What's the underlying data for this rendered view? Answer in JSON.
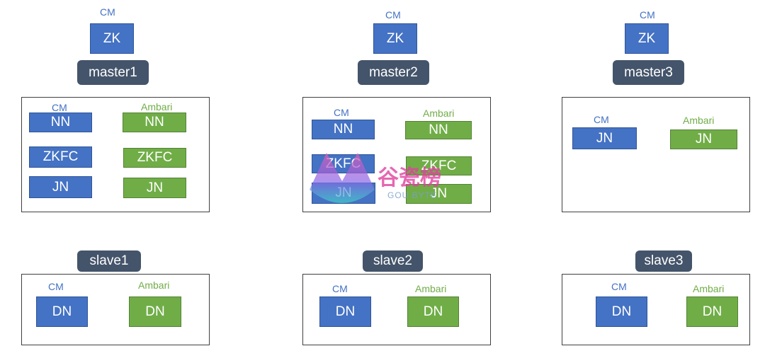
{
  "masters": [
    {
      "name": "master1",
      "top": {
        "manager": "CM",
        "service": "ZK"
      },
      "cm_label": "CM",
      "ambari_label": "Ambari",
      "cm_services": [
        "NN",
        "ZKFC",
        "JN"
      ],
      "ambari_services": [
        "NN",
        "ZKFC",
        "JN"
      ]
    },
    {
      "name": "master2",
      "top": {
        "manager": "CM",
        "service": "ZK"
      },
      "cm_label": "CM",
      "ambari_label": "Ambari",
      "cm_services": [
        "NN",
        "ZKFC",
        "JN"
      ],
      "ambari_services": [
        "NN",
        "ZKFC",
        "JN"
      ]
    },
    {
      "name": "master3",
      "top": {
        "manager": "CM",
        "service": "ZK"
      },
      "cm_label": "CM",
      "ambari_label": "Ambari",
      "cm_services": [
        "JN"
      ],
      "ambari_services": [
        "JN"
      ]
    }
  ],
  "slaves": [
    {
      "name": "slave1",
      "cm_label": "CM",
      "ambari_label": "Ambari",
      "cm_service": "DN",
      "ambari_service": "DN"
    },
    {
      "name": "slave2",
      "cm_label": "CM",
      "ambari_label": "Ambari",
      "cm_service": "DN",
      "ambari_service": "DN"
    },
    {
      "name": "slave3",
      "cm_label": "CM",
      "ambari_label": "Ambari",
      "cm_service": "DN",
      "ambari_service": "DN"
    }
  ],
  "watermark": {
    "cn": "谷瓷榜",
    "en": "GOU BYTE"
  },
  "colors": {
    "cm": "#4472c4",
    "ambari": "#70ad47",
    "node_tag": "#44546a",
    "frame": "#404040"
  }
}
